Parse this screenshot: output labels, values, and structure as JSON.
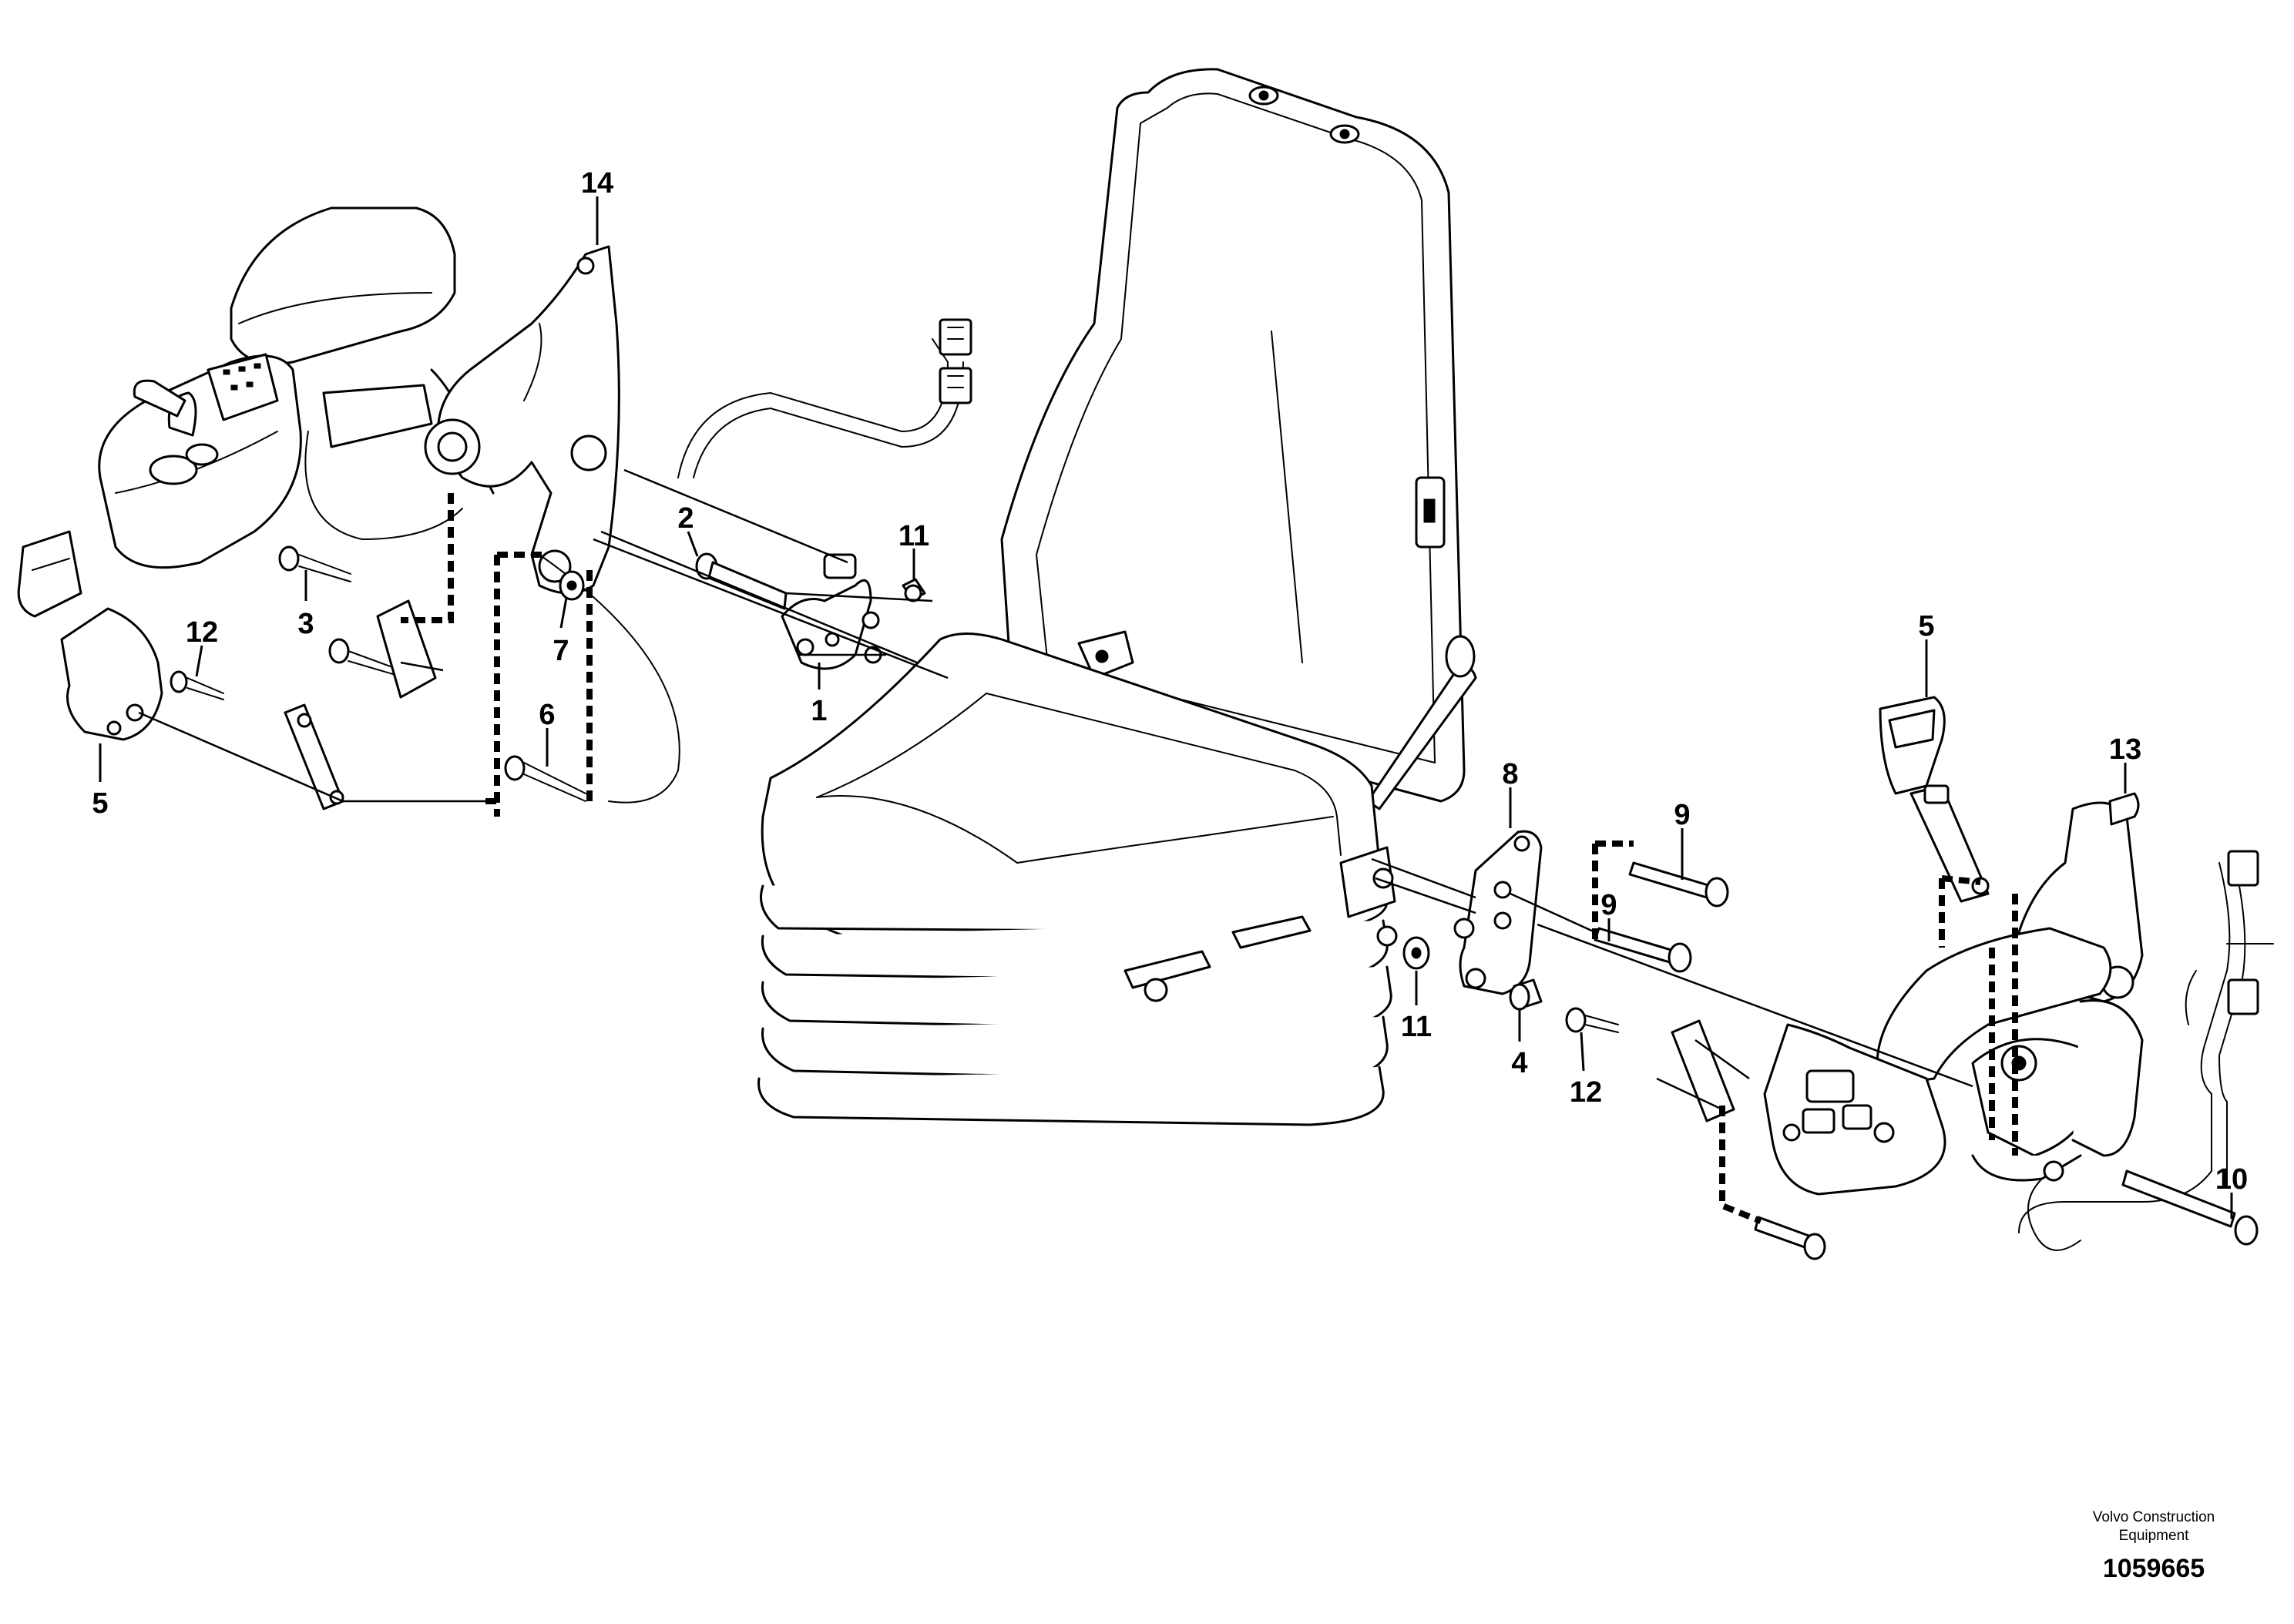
{
  "diagram": {
    "callouts": {
      "c14": "14",
      "c2": "2",
      "c11_top": "11",
      "c3": "3",
      "c7": "7",
      "c12_left": "12",
      "c1": "1",
      "c6": "6",
      "c5_left": "5",
      "c5_right": "5",
      "c13": "13",
      "c8": "8",
      "c9_top": "9",
      "c9_mid": "9",
      "c11_bottom": "11",
      "c4": "4",
      "c12_right": "12",
      "c10": "10"
    },
    "footer": {
      "company_line1": "Volvo Construction",
      "company_line2": "Equipment",
      "document_number": "1059665"
    }
  }
}
